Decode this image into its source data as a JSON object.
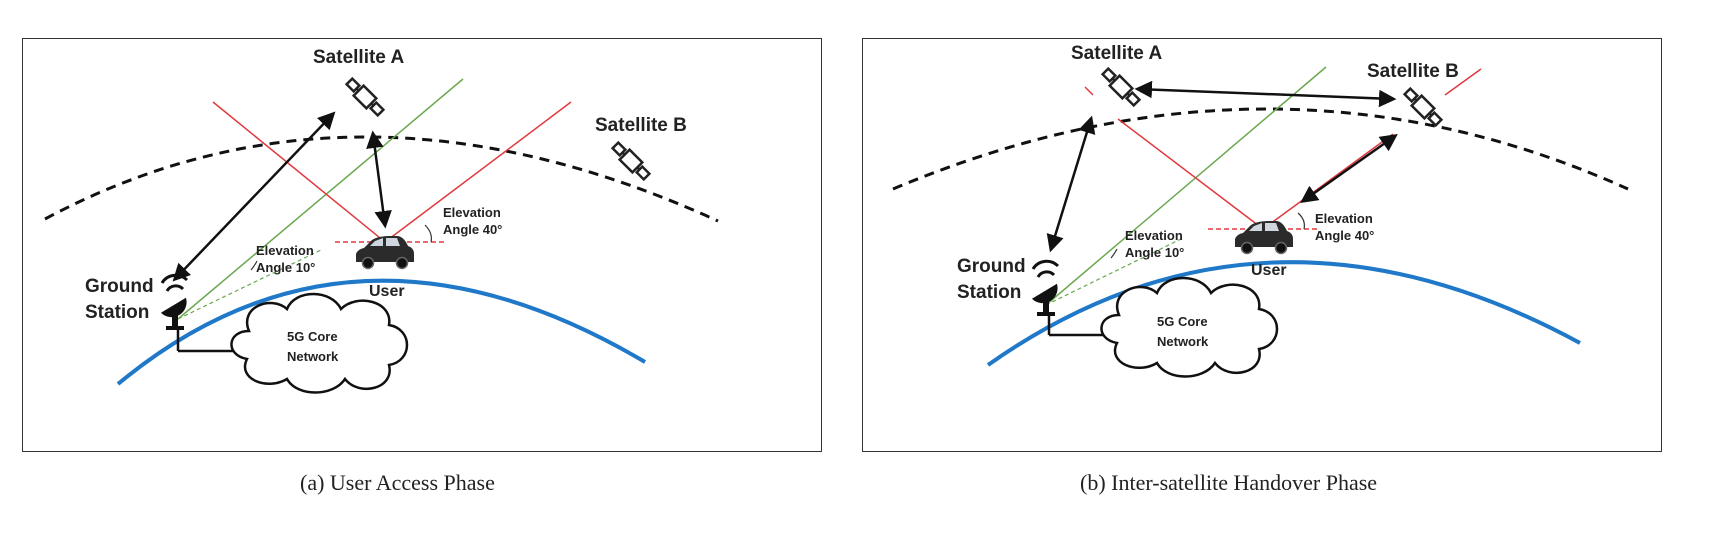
{
  "panel_a": {
    "satellite_a": "Satellite A",
    "satellite_b": "Satellite B",
    "ground_station_1": "Ground",
    "ground_station_2": "Station",
    "core_1": "5G Core",
    "core_2": "Network",
    "user": "User",
    "elev_10_1": "Elevation",
    "elev_10_2": "Angle 10°",
    "elev_40_1": "Elevation",
    "elev_40_2": "Angle 40°",
    "caption": "(a)  User  Access  Phase"
  },
  "panel_b": {
    "satellite_a": "Satellite A",
    "satellite_b": "Satellite B",
    "ground_station_1": "Ground",
    "ground_station_2": "Station",
    "core_1": "5G Core",
    "core_2": "Network",
    "user": "User",
    "elev_10_1": "Elevation",
    "elev_10_2": "Angle 10°",
    "elev_40_1": "Elevation",
    "elev_40_2": "Angle 40°",
    "caption": "(b)  Inter-satellite  Handover  Phase"
  },
  "colors": {
    "earth": "#1f78c8",
    "beam": "#e0393e",
    "min_elevation": "#6aa84f",
    "link": "#111111"
  }
}
